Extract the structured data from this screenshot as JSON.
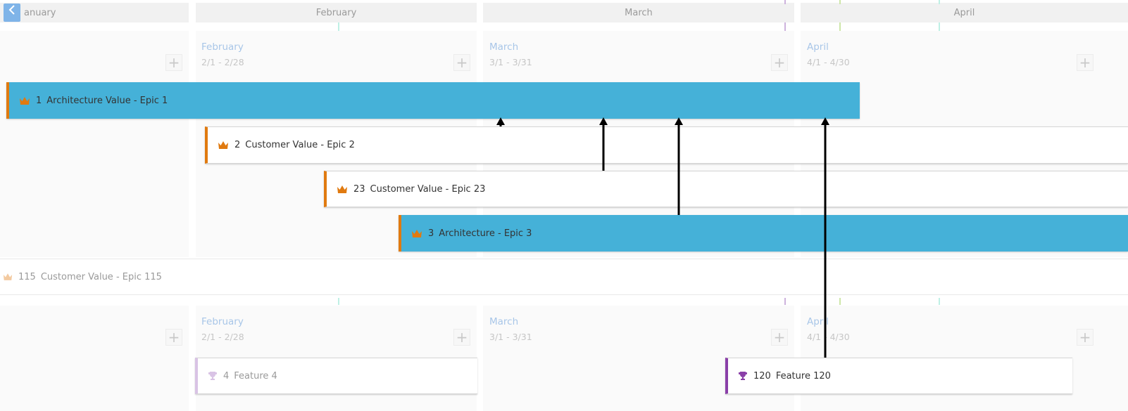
{
  "navigation": {
    "back_icon": "chevron-left-icon"
  },
  "months": [
    "anuary",
    "February",
    "March",
    "April"
  ],
  "sprints": [
    {
      "title": "February",
      "dates": "2/1 - 2/28"
    },
    {
      "title": "March",
      "dates": "3/1 - 3/31"
    },
    {
      "title": "April",
      "dates": "4/1 - 4/30"
    }
  ],
  "add_label": "+",
  "epics": [
    {
      "num": "1",
      "title": "Architecture Value - Epic 1",
      "style": "blue",
      "icon": "crown-icon"
    },
    {
      "num": "2",
      "title": "Customer Value - Epic 2",
      "style": "white",
      "icon": "crown-icon"
    },
    {
      "num": "23",
      "title": "Customer Value - Epic 23",
      "style": "white",
      "icon": "crown-icon"
    },
    {
      "num": "3",
      "title": "Architecture - Epic 3",
      "style": "blue",
      "icon": "crown-icon"
    },
    {
      "num": "115",
      "title": "Customer Value - Epic 115",
      "style": "faded",
      "icon": "crown-icon"
    }
  ],
  "features": [
    {
      "num": "4",
      "title": "Feature 4",
      "style": "faded",
      "icon": "trophy-icon"
    },
    {
      "num": "120",
      "title": "Feature 120",
      "style": "active",
      "icon": "trophy-icon"
    }
  ],
  "colors": {
    "epic_blue": "#45b1d8",
    "epic_accent": "#e07a10",
    "feature_accent": "#8a3fa8",
    "sprint_title": "#a8c6e8",
    "back_button": "#7fb4e8"
  }
}
